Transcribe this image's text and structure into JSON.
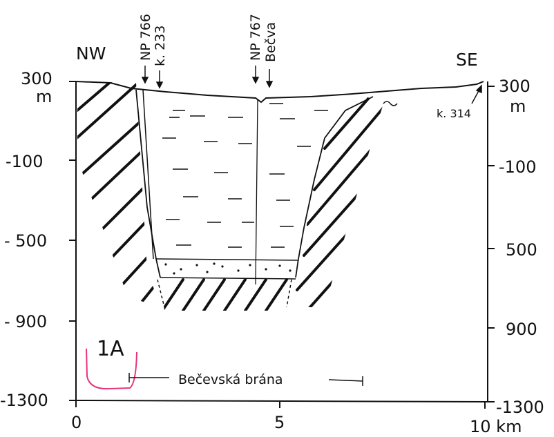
{
  "profile": {
    "left_direction": "NW",
    "right_direction": "SE",
    "left_axis": {
      "ticks": [
        "300",
        "-100",
        "- 500",
        "- 900",
        "-1300"
      ],
      "unit": "m"
    },
    "right_axis": {
      "ticks": [
        "300",
        "-100",
        "500",
        "900",
        "-1300"
      ],
      "unit": "m"
    },
    "bottom_axis": {
      "ticks": [
        "0",
        "5",
        "10 km"
      ]
    },
    "boreholes": [
      {
        "name": "NP 766",
        "elevation": "k. 233"
      },
      {
        "name": "NP 767",
        "location": "Bečva"
      }
    ],
    "peak_label": "k. 314",
    "figure_id": "1A",
    "extent_label": "Bečevská brána",
    "colors": {
      "ink": "#111111",
      "annotation": "#e8337a"
    }
  }
}
